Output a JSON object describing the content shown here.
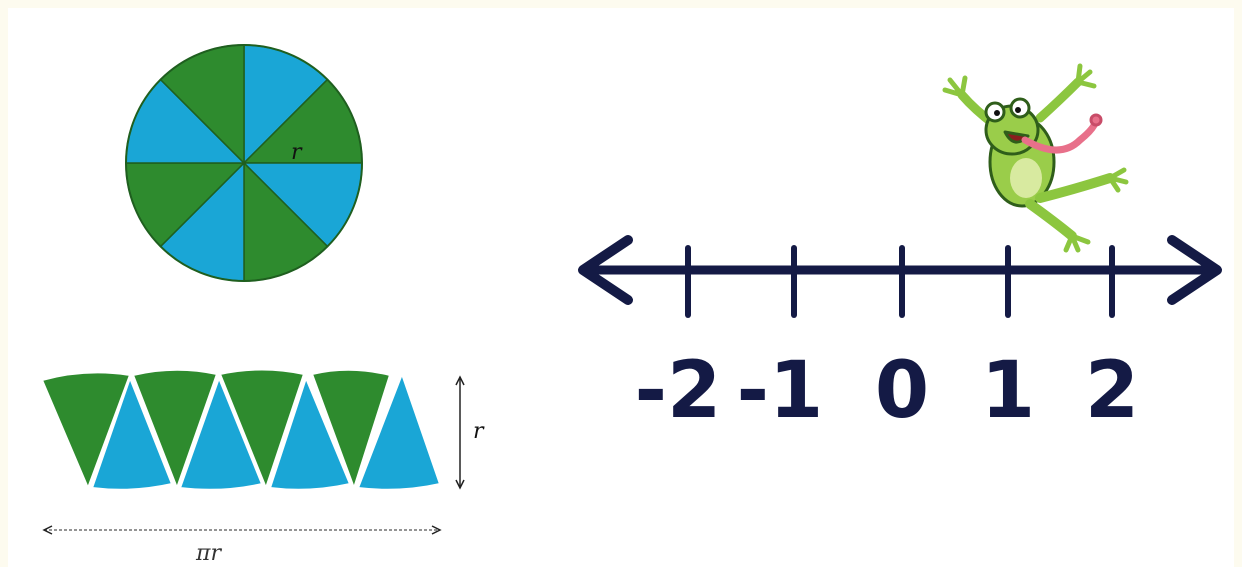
{
  "circle": {
    "radius_label": "r",
    "colors": {
      "green": "#2e8b2e",
      "blue": "#1aa6d6"
    }
  },
  "rearranged": {
    "height_label": "r",
    "width_label": "πr"
  },
  "number_line": {
    "color": "#141a45",
    "labels": [
      "-2",
      "-1",
      "0",
      "1",
      "2"
    ]
  },
  "frog": {
    "icon": "frog-icon"
  }
}
